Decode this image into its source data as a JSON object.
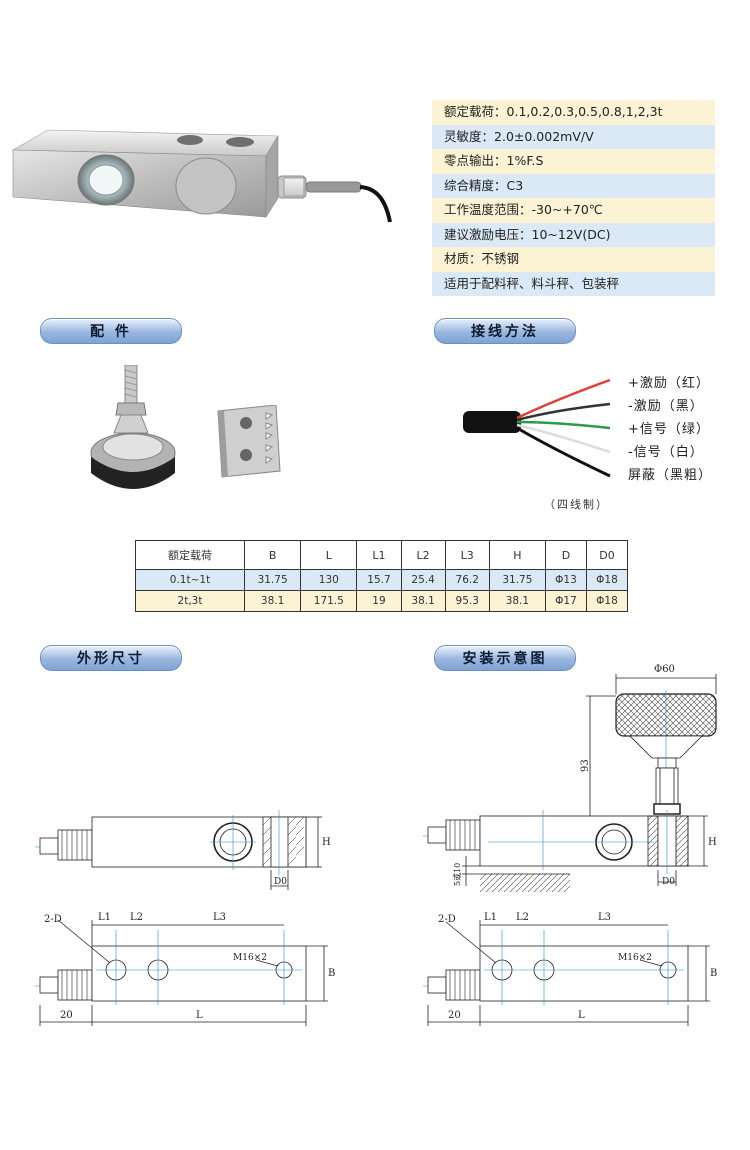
{
  "specs": [
    {
      "label": "额定载荷：",
      "value": "0.1,0.2,0.3,0.5,0.8,1,2,3t"
    },
    {
      "label": "灵敏度：",
      "value": "2.0±0.002mV/V"
    },
    {
      "label": "零点输出：",
      "value": "1%F.S"
    },
    {
      "label": "综合精度：",
      "value": "C3"
    },
    {
      "label": "工作温度范围：",
      "value": "-30~+70℃"
    },
    {
      "label": "建议激励电压：",
      "value": "10~12V(DC)"
    },
    {
      "label": "材质：",
      "value": "不锈钢"
    },
    {
      "label": "",
      "value": "适用于配料秤、料斗秤、包装秤"
    }
  ],
  "sections": {
    "accessories": "配 件",
    "wiring": "接线方法",
    "dimensions": "外形尺寸",
    "installation": "安装示意图"
  },
  "wiring": {
    "labels": [
      "+激励（红）",
      "-激励（黑）",
      "+信号（绿）",
      "-信号（白）",
      "屏蔽（黑粗）"
    ],
    "colors": [
      "#e0403a",
      "#333333",
      "#2e9a4a",
      "#dddddd",
      "#111111"
    ],
    "caption": "（四线制）"
  },
  "table": {
    "headers": [
      "额定载荷",
      "B",
      "L",
      "L1",
      "L2",
      "L3",
      "H",
      "D",
      "D0"
    ],
    "rows": [
      [
        "0.1t~1t",
        "31.75",
        "130",
        "15.7",
        "25.4",
        "76.2",
        "31.75",
        "Φ13",
        "Φ18"
      ],
      [
        "2t,3t",
        "38.1",
        "171.5",
        "19",
        "38.1",
        "95.3",
        "38.1",
        "Φ17",
        "Φ18"
      ]
    ]
  },
  "drawing": {
    "h": "H",
    "d0": "D0",
    "b": "B",
    "l": "L",
    "l1": "L1",
    "l2": "L2",
    "l3": "L3",
    "twoD": "2-D",
    "m16": "M16×2",
    "twenty": "20",
    "phi60": "Φ60",
    "ninetyThree": "93",
    "fiveOrTen": "5或10"
  }
}
